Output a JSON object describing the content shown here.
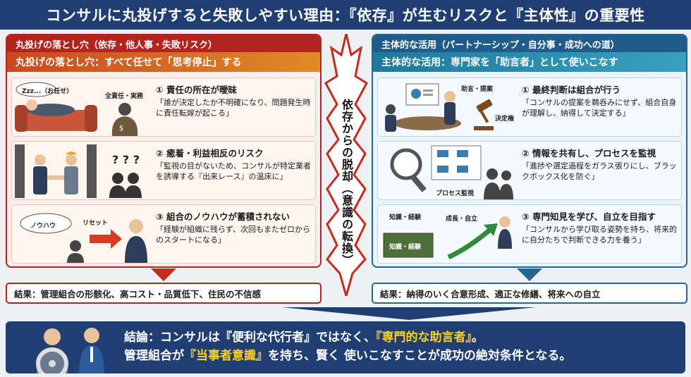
{
  "title": "コンサルに丸投げすると失敗しやすい理由：『依存』が生むリスクと『主体性』の重要性",
  "left": {
    "header1": "丸投げの落とし穴（依存・他人事・失敗リスク）",
    "header2": "丸投げの落とし穴：すべて任せて「思考停止」する",
    "items": [
      {
        "num": "①",
        "title": "責任の所在が曖昧",
        "desc": "「誰が決定したか不明確になり、問題発生時に責任転嫁が起こる」",
        "labels": [
          "Zzz...（お任せ）",
          "全責任・実務"
        ]
      },
      {
        "num": "②",
        "title": "癒着・利益相反のリスク",
        "desc": "「監視の目がないため、コンサルが特定業者を誘導する『出来レース』の温床に」",
        "labels": [
          "? ? ?"
        ]
      },
      {
        "num": "③",
        "title": "組合のノウハウが蓄積されない",
        "desc": "「経験が組織に残らず、次回もまたゼロからのスタートになる」",
        "labels": [
          "ノウハウ",
          "リセット"
        ]
      }
    ],
    "result": "結果：管理組合の形骸化、高コスト・品質低下、住民の不信感"
  },
  "center": {
    "text": "依存からの脱却（意識の転換）"
  },
  "right": {
    "header1": "主体的な活用（パートナーシップ・自分事・成功への道）",
    "header2": "主体的な活用：専門家を「助言者」として使いこなす",
    "items": [
      {
        "num": "①",
        "title": "最終判断は組合が行う",
        "desc": "「コンサルの提案を鵜呑みにせず、組合自身が理解し、納得して決定する」",
        "labels": [
          "助言・提案",
          "決定権"
        ]
      },
      {
        "num": "②",
        "title": "情報を共有し、プロセスを監視",
        "desc": "「進捗や選定過程をガラス張りにし、ブラックボックス化を防ぐ」",
        "labels": [
          "プロセス監視"
        ]
      },
      {
        "num": "③",
        "title": "専門知見を学び、自立を目指す",
        "desc": "「コンサルから学び取る姿勢を持ち、将来的に自分たちで判断できる力を養う」",
        "labels": [
          "知識・経験",
          "成長・自立",
          "知識・経験"
        ]
      }
    ],
    "result": "結果：納得のいく合意形成、適正な修繕、将来への自立"
  },
  "conclusion": {
    "line1_a": "結論：コンサルは『便利な代行者』ではなく、",
    "line1_hl": "『専門的な助言者』",
    "line1_b": "。",
    "line2_a": "管理組合が",
    "line2_hl": "『当事者意識』",
    "line2_b": "を持ち、賢く 使いこなすことが成功の絶対条件となる。"
  },
  "colors": {
    "navy": "#1f3f73",
    "red": "#b3241f",
    "blue": "#246593",
    "highlight": "#ffd21f"
  }
}
